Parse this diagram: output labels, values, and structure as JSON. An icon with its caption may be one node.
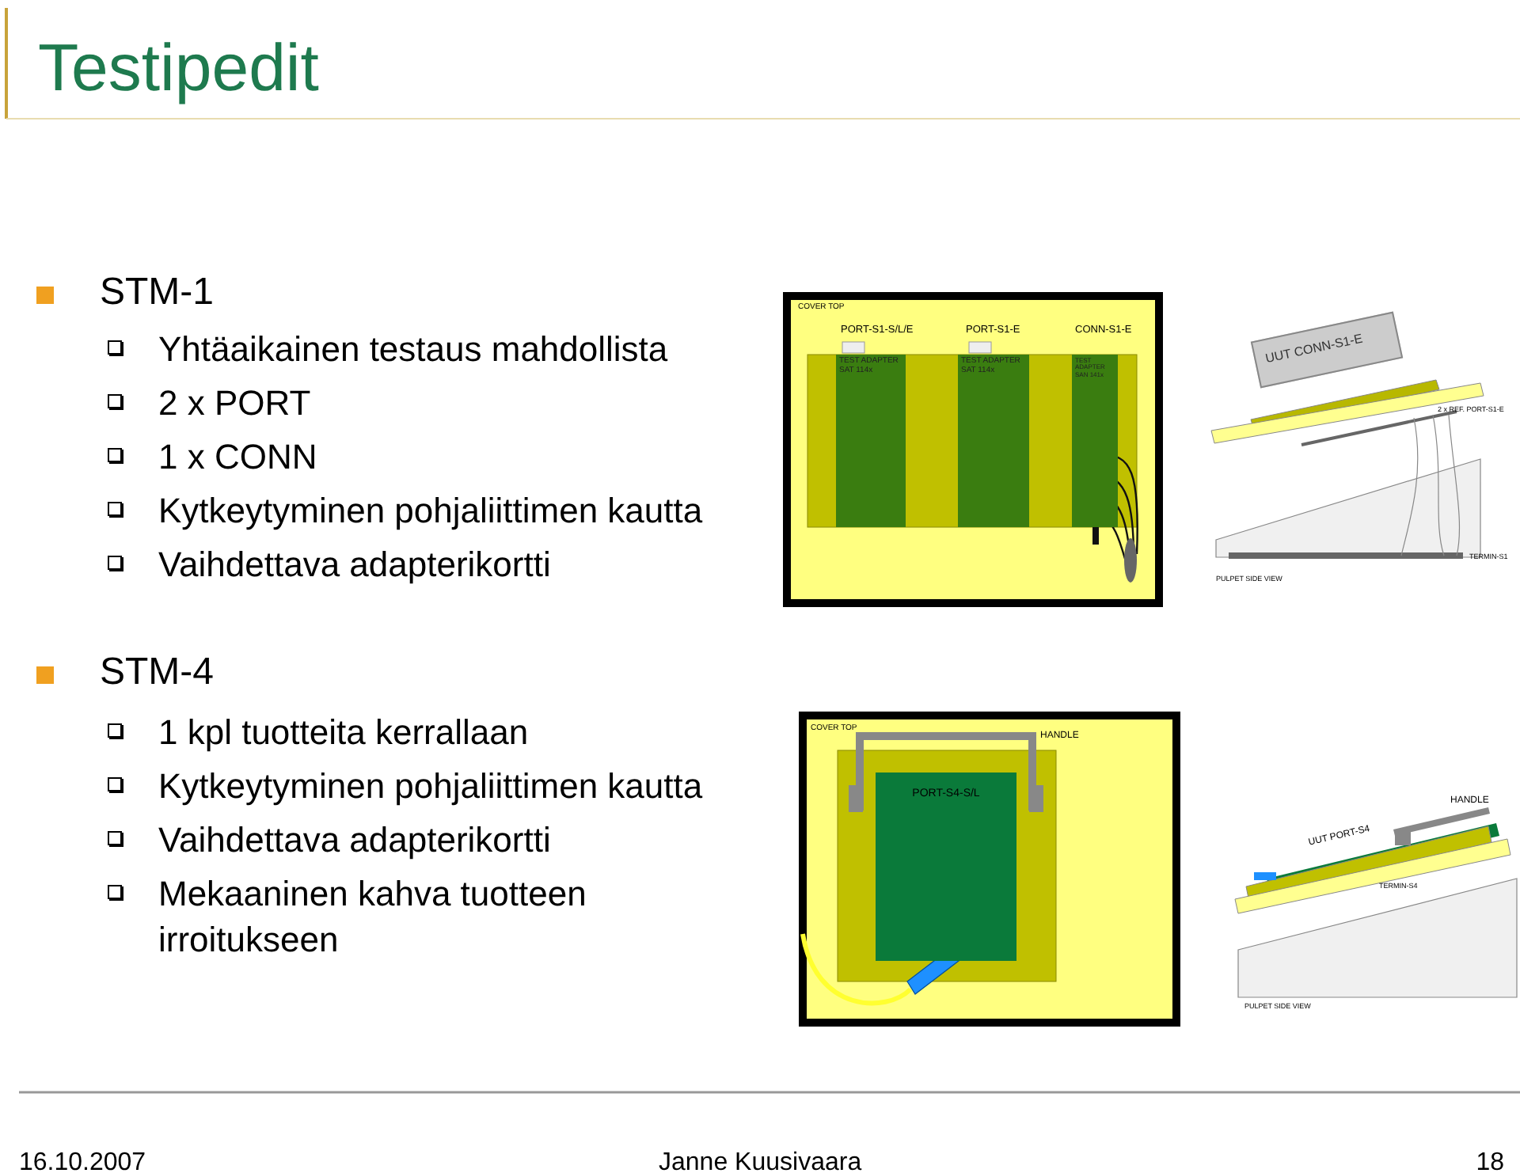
{
  "diagram": {
    "title": "Testipedit",
    "nodes": [
      {
        "text": [
          "TEST ADAPTER SAT 114x"
        ]
      },
      {
        "text": [
          "TEST ADAPTER SAT 114x"
        ]
      },
      {
        "text": [
          "TEST ADAPTER SAN 141x"
        ]
      },
      {
        "text": [
          "UUT CONN-S1-E"
        ]
      },
      {
        "text": [
          "PORT-S4-S/L"
        ]
      }
    ],
    "labels": [
      "STM-1",
      "Yhtäaikainen testaus mahdollista",
      "2 x PORT",
      "1 x CONN",
      "Kytkeytyminen pohjaliittimen kautta",
      "Vaihdettava adapterikortti",
      "COVER TOP",
      "PORT-S1-S/L/E",
      "PORT-S1-E",
      "CONN-S1-E",
      "2 x REF. PORT-S1-E",
      "TERMIN-S1",
      "PULPET SIDE VIEW",
      "STM-4",
      "1 kpl tuotteita kerrallaan",
      "Kytkeytyminen pohjaliittimen kautta",
      "Vaihdettava adapterikortti",
      "Mekaaninen kahva tuotteen irroitukseen",
      "COVER TOP",
      "HANDLE",
      "HANDLE",
      "UUT PORT-S4",
      "TERMIN-S4",
      "PULPET SIDE VIEW",
      "16.10.2007",
      "Janne Kuusivaara",
      "18"
    ]
  }
}
